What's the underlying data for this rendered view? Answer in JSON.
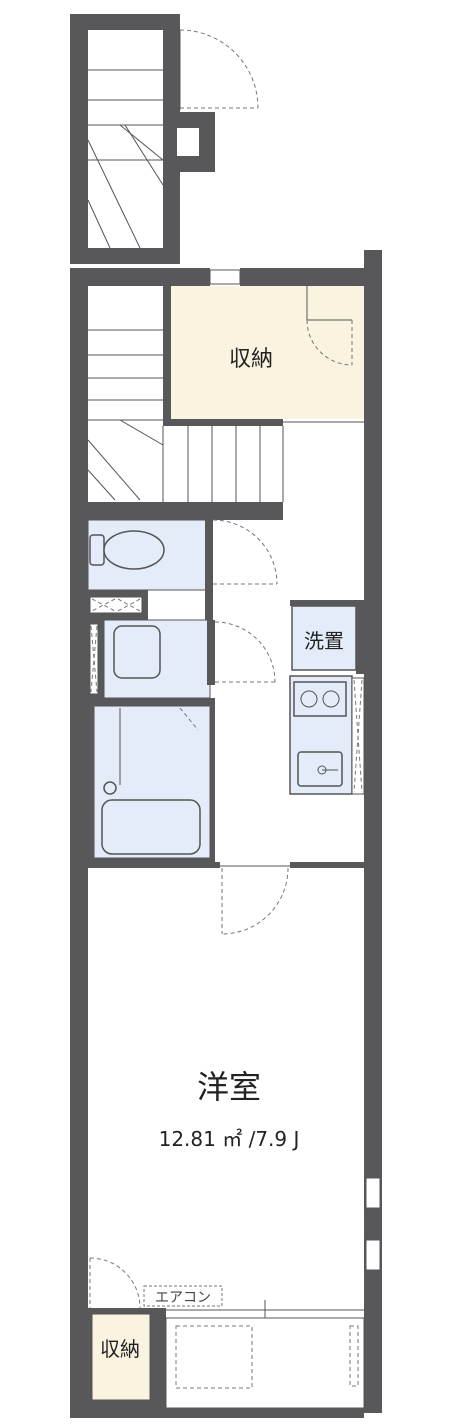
{
  "rooms": {
    "storage_upper": "収納",
    "washer": "洗置",
    "western_room": "洋室",
    "western_room_area": "12.81 ㎡ /7.9 J",
    "aircon": "エアコン",
    "storage_lower": "収納"
  },
  "colors": {
    "wall": "#58585a",
    "storage_fill": "#faf3e0",
    "wet_area_fill": "#e3ecf8",
    "floor": "#ffffff"
  }
}
